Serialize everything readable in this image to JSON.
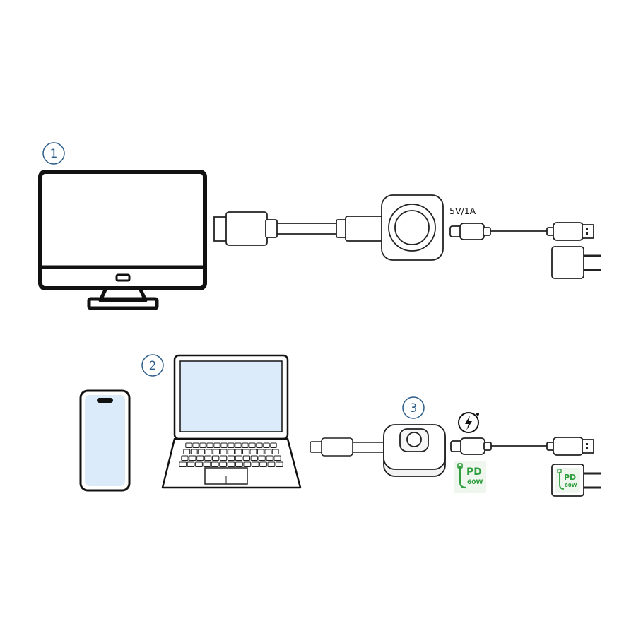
{
  "steps": [
    {
      "number": "1",
      "device": "monitor"
    },
    {
      "number": "2",
      "device": "laptop-and-phone"
    },
    {
      "number": "3",
      "device": "transmitter"
    }
  ],
  "labels": {
    "receiver_power": "5V/1A",
    "pd_badge_main": "PD",
    "pd_badge_watt": "60W"
  },
  "colors": {
    "step_circle": "#2c5d8a",
    "outline": "#1a1a1a",
    "screen_fill": "#dcebfa",
    "pd_green": "#2e9e3e",
    "background": "#ffffff"
  },
  "icons": [
    "monitor-icon",
    "hdmi-connector-icon",
    "receiver-dongle-icon",
    "usb-c-plug-icon",
    "usb-a-plug-icon",
    "power-adapter-icon",
    "smartphone-icon",
    "laptop-icon",
    "transmitter-button-icon",
    "fast-charge-icon",
    "pd-60w-badge-icon"
  ]
}
